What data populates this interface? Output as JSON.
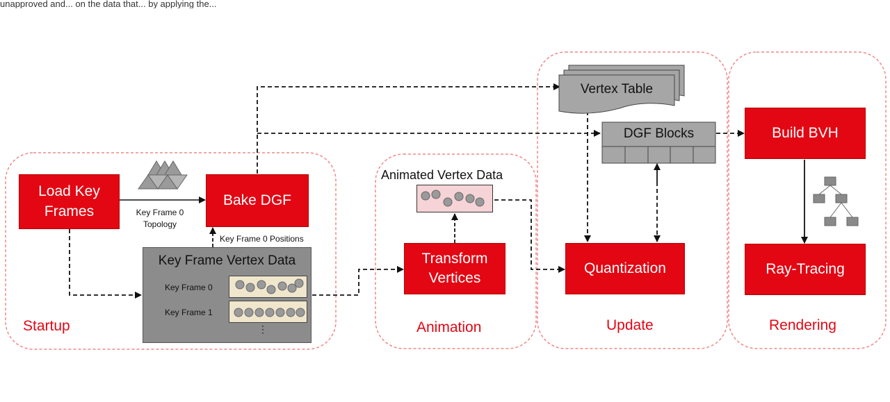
{
  "header_fragment": "unapproved and... on the data that... by applying the...",
  "groups": {
    "startup": "Startup",
    "animation": "Animation",
    "update": "Update",
    "rendering": "Rendering"
  },
  "boxes": {
    "load_key_frames": "Load Key\nFrames",
    "bake_dgf": "Bake DGF",
    "transform_vertices": "Transform\nVertices",
    "quantization": "Quantization",
    "build_bvh": "Build BVH",
    "ray_tracing": "Ray-Tracing",
    "dgf_blocks": "DGF Blocks",
    "vertex_table": "Vertex Table"
  },
  "labels": {
    "key_frame0_topology": "Key Frame 0\nTopology",
    "key_frame0_positions": "Key Frame 0 Positions",
    "key_frame_vertex_data": "Key Frame Vertex Data",
    "key_frame0": "Key Frame 0",
    "key_frame1": "Key Frame 1",
    "ellipsis": "⋮",
    "animated_vertex_data": "Animated Vertex Data"
  },
  "colors": {
    "accent_red": "#e30613",
    "panel_gray": "#8c8c8c",
    "cell_beige": "#efe6cc",
    "anim_pink": "#f6d3d6",
    "dot_gray": "#9a9a9a"
  }
}
